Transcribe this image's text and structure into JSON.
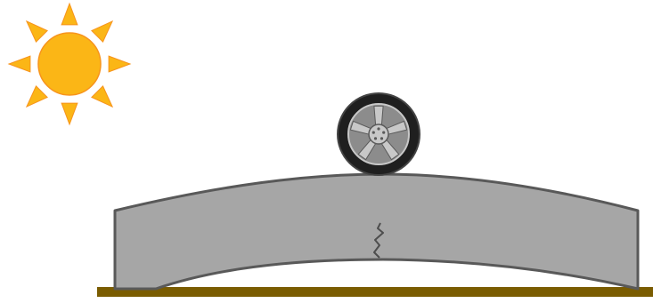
{
  "scene": {
    "elements": [
      "sun-icon",
      "wheel-tire",
      "curled-concrete-slab",
      "slab-crack",
      "ground-base"
    ]
  },
  "colors": {
    "background": "#ffffff",
    "sun_core": "#fbb616",
    "sun_rays": "#fbb616",
    "sun_outline": "#f7941d",
    "tire": "#1f1f1f",
    "tire_outline": "#444444",
    "rim": "#8c8c8c",
    "rim_light": "#c8c8c8",
    "rim_dark": "#5a5a5a",
    "slab_fill": "#a6a6a6",
    "slab_stroke": "#595959",
    "crack": "#4d4d4d",
    "ground": "#7a5c00"
  }
}
